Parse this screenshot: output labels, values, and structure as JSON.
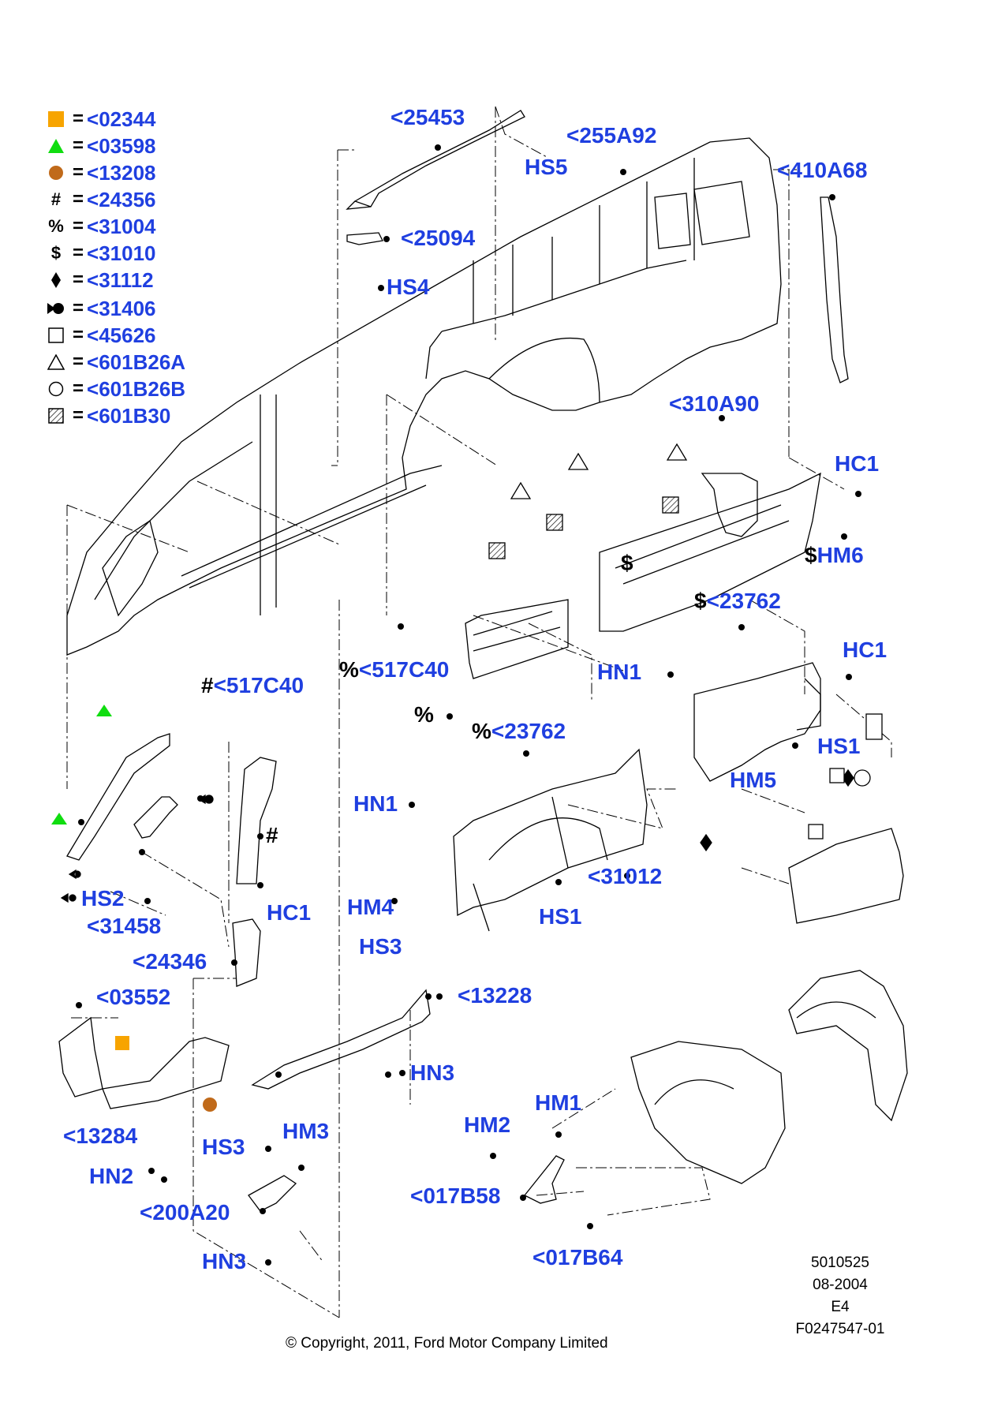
{
  "legend": [
    {
      "symbol": "orange-square",
      "code": "<02344"
    },
    {
      "symbol": "green-triangle",
      "code": "<03598"
    },
    {
      "symbol": "brown-circle",
      "code": "<13208"
    },
    {
      "symbol": "#",
      "code": "<24356"
    },
    {
      "symbol": "%",
      "code": "<31004"
    },
    {
      "symbol": "$",
      "code": "<31010"
    },
    {
      "symbol": "diamond",
      "code": "<31112"
    },
    {
      "symbol": "bow-tie-dot",
      "code": "<31406"
    },
    {
      "symbol": "open-square",
      "code": "<45626"
    },
    {
      "symbol": "open-triangle",
      "code": "<601B26A"
    },
    {
      "symbol": "open-circle",
      "code": "<601B26B"
    },
    {
      "symbol": "hatched-square",
      "code": "<601B30"
    }
  ],
  "colors": {
    "label": "#1f3fe0",
    "orange": "#f7a400",
    "green": "#10dd10",
    "brown": "#c06a1a"
  },
  "callouts": {
    "c25453": "<25453",
    "c255A92": "<255A92",
    "hs5": "HS5",
    "c410A68": "<410A68",
    "c25094": "<25094",
    "hs4": "HS4",
    "c310A90": "<310A90",
    "hc1_a": "HC1",
    "hm6": "HM6",
    "hm6_pre": "$",
    "c23762": "<23762",
    "c23762_pre": "$",
    "c517C40_right": "<517C40",
    "c517C40_right_pre": "%",
    "c517C40_left": "<517C40",
    "c517C40_left_pre": "#",
    "hn1_a": "HN1",
    "hc1_b": "HC1",
    "hs1_a": "HS1",
    "pct_mark": "%",
    "c23762b": "<23762",
    "c23762b_pre": "%",
    "hm5": "HM5",
    "hn1_b": "HN1",
    "c31012": "<31012",
    "hs1_b": "HS1",
    "hash_mark": "#",
    "dollar_mark": "$",
    "hs2": "HS2",
    "c31458": "<31458",
    "hc1_c": "HC1",
    "c24346": "<24346",
    "hm4": "HM4",
    "hs3_a": "HS3",
    "c13228": "<13228",
    "c03552": "<03552",
    "hn3_a": "HN3",
    "hm1": "HM1",
    "hm2": "HM2",
    "c13284": "<13284",
    "hs3_b": "HS3",
    "hm3": "HM3",
    "hn2": "HN2",
    "c017B58": "<017B58",
    "c200A20": "<200A20",
    "c017B64": "<017B64",
    "hn3_b": "HN3"
  },
  "stamp": [
    "5010525",
    "08-2004",
    "E4",
    "F0247547-01"
  ],
  "copyright": "© Copyright, 2011, Ford Motor Company Limited"
}
